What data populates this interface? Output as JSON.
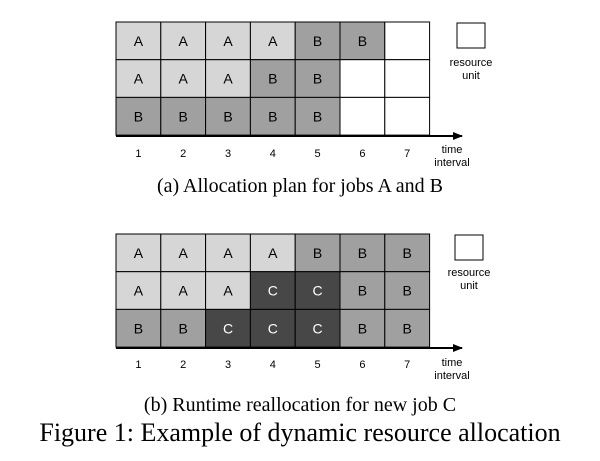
{
  "colors": {
    "A": "#d6d6d6",
    "B": "#a0a0a0",
    "C": "#474747",
    "empty": "#ffffff",
    "text_dark": "#000000",
    "text_light": "#ffffff",
    "border": "#000000"
  },
  "panels": [
    {
      "id": "a",
      "grid": [
        [
          "A",
          "A",
          "A",
          "A",
          "B",
          "B",
          ""
        ],
        [
          "A",
          "A",
          "A",
          "B",
          "B",
          "",
          ""
        ],
        [
          "B",
          "B",
          "B",
          "B",
          "B",
          "",
          ""
        ]
      ],
      "caption": "(a)  Allocation plan for jobs A and B"
    },
    {
      "id": "b",
      "grid": [
        [
          "A",
          "A",
          "A",
          "A",
          "B",
          "B",
          "B"
        ],
        [
          "A",
          "A",
          "A",
          "C",
          "C",
          "B",
          "B"
        ],
        [
          "B",
          "B",
          "C",
          "C",
          "C",
          "B",
          "B"
        ]
      ],
      "caption": "(b)  Runtime reallocation for new job C"
    }
  ],
  "ticks": [
    "1",
    "2",
    "3",
    "4",
    "5",
    "6",
    "7"
  ],
  "axis_label": [
    "time",
    "interval"
  ],
  "legend_label": [
    "resource",
    "unit"
  ],
  "figure_caption": "Figure 1: Example of dynamic resource allocation"
}
